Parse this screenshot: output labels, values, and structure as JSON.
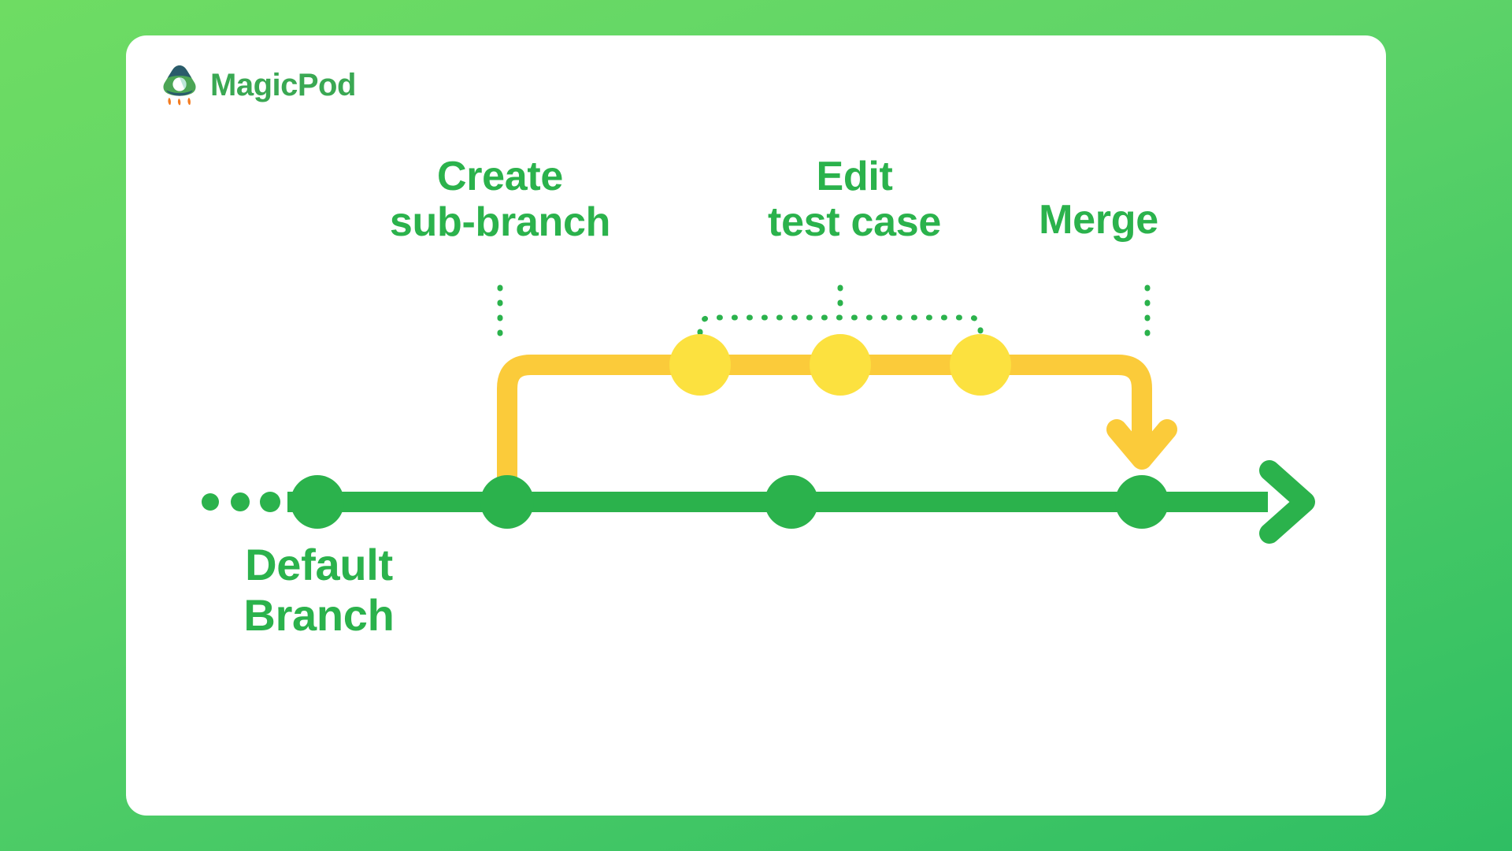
{
  "brand": {
    "name": "MagicPod",
    "logo_icon": "rocket-icon",
    "colors": {
      "wordmark": "#3AA853",
      "rocket_body": "#4CA555",
      "rocket_top": "#2A5B6B",
      "rocket_window": "#D6F0E4",
      "rocket_flame": "#F47B20"
    }
  },
  "page": {
    "background": "#5FD468",
    "card_background": "#FFFFFF"
  },
  "diagram": {
    "type": "git-branch-timeline",
    "colors": {
      "default_branch": "#2BB24C",
      "sub_branch_line": "#FBCB3A",
      "sub_branch_node": "#FCE13F",
      "connector_dots": "#2BB24C",
      "label_text": "#2BB24C"
    },
    "labels": {
      "create": "Create\nsub-branch",
      "edit": "Edit\ntest case",
      "merge": "Merge",
      "default_branch": "Default\nBranch"
    },
    "default_branch": {
      "name": "Default Branch",
      "leading_dots": 4,
      "commits": 4,
      "has_arrowhead": true,
      "direction": "right"
    },
    "sub_branch": {
      "name": "sub-branch",
      "commits": 3,
      "branch_point_commit": 2,
      "merge_point_commit": 4,
      "merge_arrow": "down"
    },
    "connectors": [
      {
        "label": "create",
        "style": "dotted-vertical"
      },
      {
        "label": "edit",
        "style": "dotted-bracket",
        "spans_commits": 3
      },
      {
        "label": "merge",
        "style": "dotted-vertical"
      }
    ]
  }
}
